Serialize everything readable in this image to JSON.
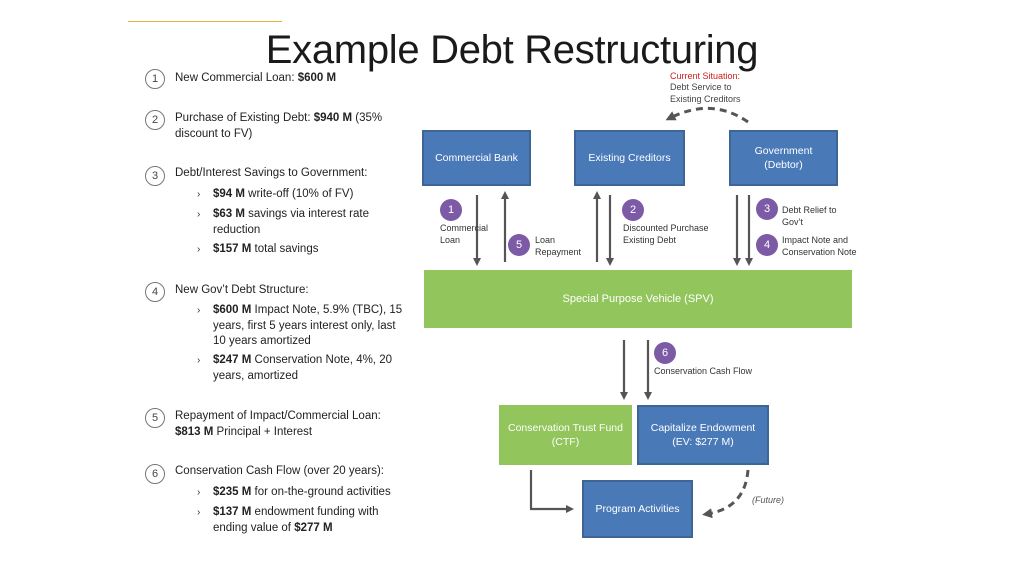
{
  "title": "Example Debt Restructuring",
  "list": {
    "item1": {
      "num": "1",
      "text": "New Commercial Loan: ",
      "bold": "$600 M"
    },
    "item2": {
      "num": "2",
      "line1_pre": "Purchase of Existing Debt: ",
      "line1_bold": "$940 M",
      "line1_post": " (35%",
      "line2": "discount to FV)"
    },
    "item3": {
      "num": "3",
      "text": "Debt/Interest Savings to Government:",
      "subs": [
        {
          "bold": "$94 M",
          "text": " write-off (10% of FV)"
        },
        {
          "bold": "$63 M",
          "text": " savings via interest rate",
          "line2": "reduction"
        },
        {
          "bold": "$157 M",
          "text": " total savings"
        }
      ]
    },
    "item4": {
      "num": "4",
      "text": "New Gov’t Debt Structure:",
      "subs": [
        {
          "bold": "$600 M",
          "text": " Impact Note, 5.9% (TBC), 15",
          "line2": "years, first 5 years interest only, last",
          "line3": "10 years amortized"
        },
        {
          "bold": "$247 M",
          "text": " Conservation Note, 4%, 20",
          "line2": "years, amortized"
        }
      ]
    },
    "item5": {
      "num": "5",
      "line1": "Repayment of Impact/Commercial Loan:",
      "bold": "$813 M",
      "post": " Principal + Interest"
    },
    "item6": {
      "num": "6",
      "text": "Conservation Cash Flow (over 20 years):",
      "subs": [
        {
          "bold": "$235 M",
          "text": " for on-the-ground activities"
        },
        {
          "bold": "$137 M",
          "text": " endowment funding with",
          "line2_pre": "ending value of ",
          "line2_bold": "$277 M"
        }
      ]
    }
  },
  "diagram": {
    "current_situation": {
      "red": "Current Situation:",
      "line2": "Debt Service to",
      "line3": "Existing Creditors"
    },
    "boxes": {
      "commercial_bank": "Commercial Bank",
      "existing_creditors": "Existing Creditors",
      "government_l1": "Government",
      "government_l2": "(Debtor)",
      "spv": "Special Purpose Vehicle (SPV)",
      "ctf_l1": "Conservation Trust Fund",
      "ctf_l2": "(CTF)",
      "endowment_l1": "Capitalize  Endowment",
      "endowment_l2": "(EV: $277 M)",
      "program": "Program Activities"
    },
    "badges": {
      "b1": "1",
      "b2": "2",
      "b3": "3",
      "b4": "4",
      "b5": "5",
      "b6": "6"
    },
    "labels": {
      "commercial_loan_l1": "Commercial",
      "commercial_loan_l2": "Loan",
      "loan_repayment_l1": "Loan",
      "loan_repayment_l2": "Repayment",
      "discounted_l1": "Discounted Purchase",
      "discounted_l2": "Existing Debt",
      "debt_relief_l1": "Debt Relief to",
      "debt_relief_l2": "Gov’t",
      "impact_note_l1": "Impact Note and",
      "impact_note_l2": "Conservation Note",
      "conservation_cash_flow": "Conservation Cash Flow",
      "future": "(Future)"
    },
    "colors": {
      "box_blue": "#4a79b8",
      "box_green": "#92c55b",
      "badge_purple": "#7c5aa6",
      "arrow_grey": "#555555",
      "accent_red": "#cc1f1f"
    }
  }
}
